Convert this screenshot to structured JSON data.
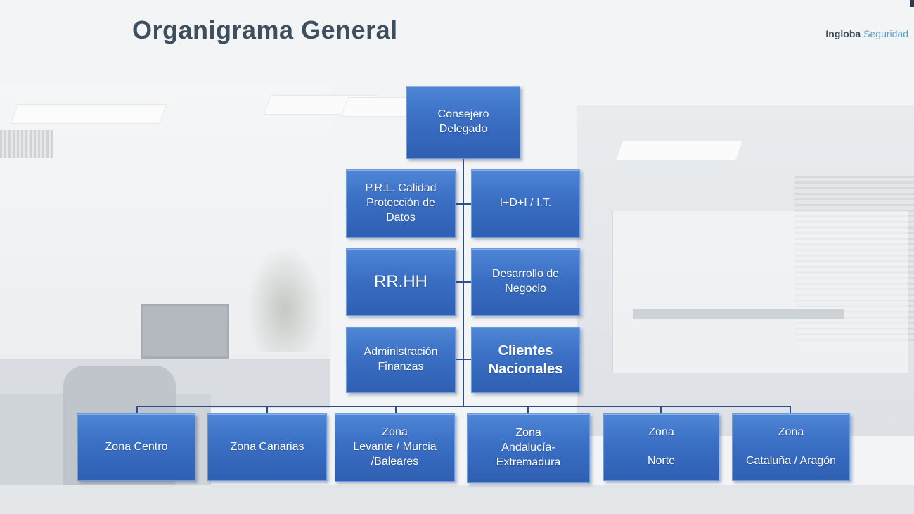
{
  "slide": {
    "title": "Organigrama General",
    "brand_strong": "Ingloba",
    "brand_light": "Seguridad"
  },
  "diagram": {
    "root": "Consejero\nDelegado",
    "staff_left": [
      "P.R.L. Calidad\nProtección de\nDatos",
      "RR.HH",
      "Administración\nFinanzas"
    ],
    "staff_right": [
      "I+D+I / I.T.",
      "Desarrollo de\nNegocio",
      "Clientes\nNacionales"
    ],
    "zones": [
      "Zona Centro",
      "Zona Canarias",
      "Zona\nLevante / Murcia\n/Baleares",
      "Zona\nAndalucía-\nExtremadura",
      "Zona\n\nNorte",
      "Zona\n\nCataluña / Aragón"
    ]
  },
  "colors": {
    "box_fill": "#3a6fc4",
    "connector": "#2b4f8c",
    "title_text": "#3d4f5f",
    "brand_accent": "#5aa0c8"
  }
}
